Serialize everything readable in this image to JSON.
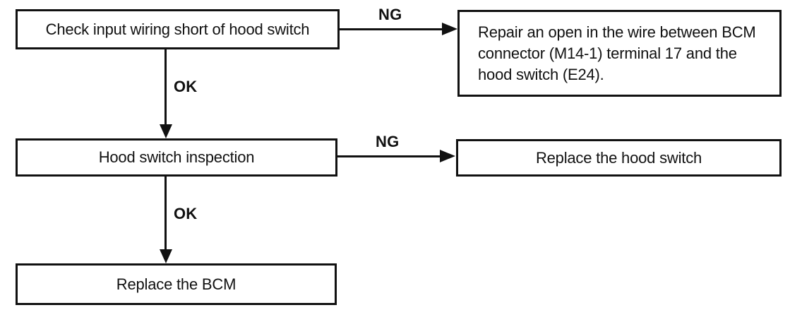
{
  "diagram": {
    "type": "flowchart",
    "nodes": [
      {
        "id": "check-input-wiring",
        "label": "Check input wiring short of hood switch"
      },
      {
        "id": "repair-open-wire",
        "label": "Repair an open in the wire between BCM connector (M14-1) terminal 17 and the hood switch (E24)."
      },
      {
        "id": "hood-switch-inspection",
        "label": "Hood switch inspection"
      },
      {
        "id": "replace-hood-switch",
        "label": "Replace the hood switch"
      },
      {
        "id": "replace-bcm",
        "label": "Replace the BCM"
      }
    ],
    "edges": [
      {
        "from": "check-input-wiring",
        "to": "repair-open-wire",
        "label": "NG",
        "direction": "right"
      },
      {
        "from": "check-input-wiring",
        "to": "hood-switch-inspection",
        "label": "OK",
        "direction": "down"
      },
      {
        "from": "hood-switch-inspection",
        "to": "replace-hood-switch",
        "label": "NG",
        "direction": "right"
      },
      {
        "from": "hood-switch-inspection",
        "to": "replace-bcm",
        "label": "OK",
        "direction": "down"
      }
    ],
    "colors": {
      "line": "#111111",
      "text": "#111111",
      "background": "#ffffff"
    }
  }
}
